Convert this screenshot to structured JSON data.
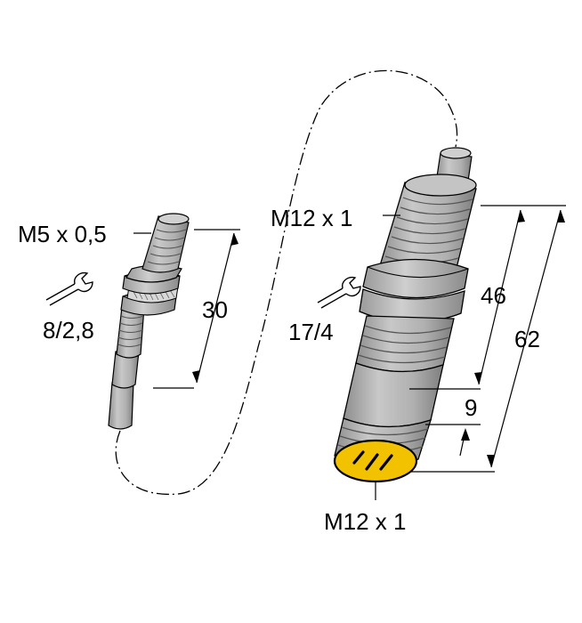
{
  "labels": {
    "small_thread": "M5 x 0,5",
    "small_wrench": "8/2,8",
    "small_length": "30",
    "large_thread": "M12 x 1",
    "large_wrench": "17/4",
    "dim_46": "46",
    "dim_9": "9",
    "dim_62": "62",
    "connector_thread": "M12 x 1"
  },
  "colors": {
    "sensor_body": "#b3b3b3",
    "connector_face": "#f2c200",
    "outline": "#000000"
  },
  "icons": {
    "wrench": "wrench-icon"
  }
}
